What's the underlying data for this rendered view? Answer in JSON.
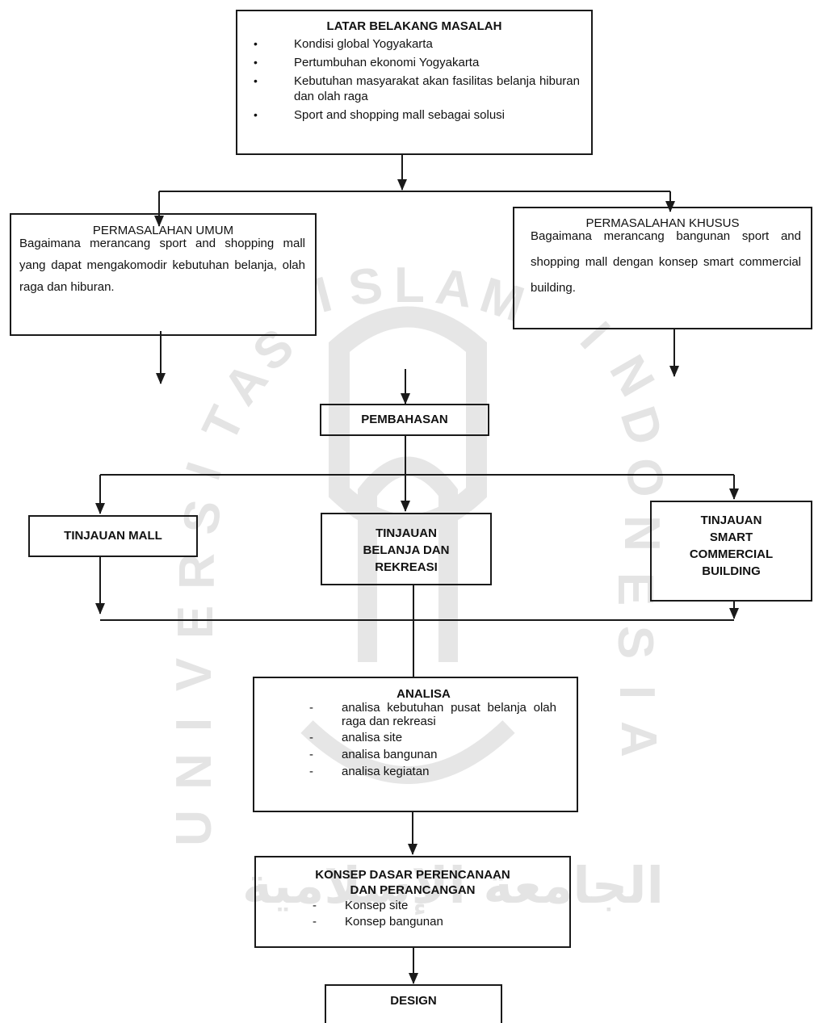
{
  "watermark": {
    "arc_text": [
      "U",
      "N",
      "I",
      "V",
      "E",
      "R",
      "S",
      "I",
      "T",
      "A",
      "S",
      "I",
      "S",
      "L",
      "A",
      "M",
      "I",
      "N",
      "D",
      "O",
      "N",
      "E",
      "S",
      "I",
      "A"
    ],
    "arabic_text": "ﺍﻟﺠﺎﻣﻌﺔ ﺍﻹﺳﻼﻣﻴﺔ"
  },
  "latar": {
    "title": "LATAR BELAKANG MASALAH",
    "items": [
      "Kondisi global Yogyakarta",
      "Pertumbuhan ekonomi Yogyakarta",
      "Kebutuhan masyarakat akan fasilitas belanja hiburan dan olah raga",
      "Sport and shopping mall sebagai solusi"
    ]
  },
  "umum": {
    "title": "PERMASALAHAN UMUM",
    "text": "Bagaimana merancang sport and shopping mall yang dapat mengakomodir kebutuhan belanja, olah raga dan hiburan."
  },
  "khusus": {
    "title": "PERMASALAHAN KHUSUS",
    "text": "Bagaimana merancang bangunan sport and shopping mall dengan konsep smart commercial building."
  },
  "pembahasan": {
    "title": "PEMBAHASAN"
  },
  "tinjauan_mall": {
    "title": "TINJAUAN MALL"
  },
  "tinjauan_belanja": {
    "line1": "TINJAUAN",
    "line2": "BELANJA DAN",
    "line3": "REKREASI"
  },
  "tinjauan_smart": {
    "line1": "TINJAUAN",
    "line2": "SMART",
    "line3": "COMMERCIAL",
    "line4": "BUILDING"
  },
  "analisa": {
    "title": "ANALISA",
    "items": [
      "analisa kebutuhan pusat belanja olah raga dan rekreasi",
      "analisa site",
      "analisa bangunan",
      "analisa kegiatan"
    ]
  },
  "konsep": {
    "line1": "KONSEP DASAR PERENCANAAN",
    "line2": "DAN PERANCANGAN",
    "items": [
      "Konsep site",
      "Konsep bangunan"
    ]
  },
  "design": {
    "title": "DESIGN"
  }
}
